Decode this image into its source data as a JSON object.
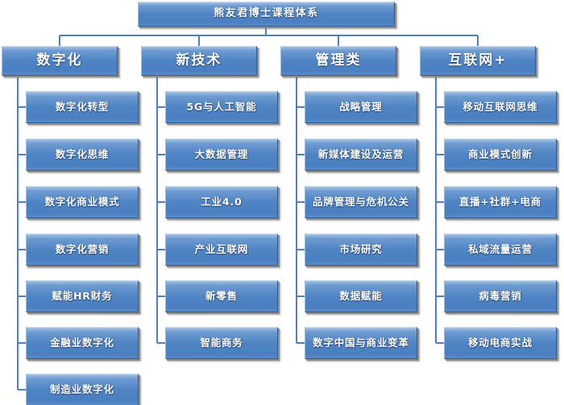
{
  "diagram": {
    "type": "organizational-tree",
    "title": "熊友君博士课程体系",
    "colors": {
      "node_fill_top": "#a7c3e2",
      "node_fill_mid": "#4f84c4",
      "node_fill_bottom": "#4a7fc1",
      "node_text": "#ffffff",
      "connector": "#4f7fbf",
      "shadow": "#8c8c8c",
      "background": "#ffffff"
    },
    "root": {
      "label": "熊友君博士课程体系"
    },
    "branches": [
      {
        "id": "digitalization",
        "label": "数字化",
        "children": [
          {
            "label": "数字化转型"
          },
          {
            "label": "数字化思维"
          },
          {
            "label": "数字化商业模式"
          },
          {
            "label": "数字化营销"
          },
          {
            "label": "赋能HR财务"
          },
          {
            "label": "金融业数字化"
          },
          {
            "label": "制造业数字化"
          }
        ]
      },
      {
        "id": "new-technology",
        "label": "新技术",
        "children": [
          {
            "label": "5G与人工智能"
          },
          {
            "label": "大数据管理"
          },
          {
            "label": "工业4.0"
          },
          {
            "label": "产业互联网"
          },
          {
            "label": "新零售"
          },
          {
            "label": "智能商务"
          }
        ]
      },
      {
        "id": "management",
        "label": "管理类",
        "children": [
          {
            "label": "战略管理"
          },
          {
            "label": "新媒体建设及运营"
          },
          {
            "label": "品牌管理与危机公关"
          },
          {
            "label": "市场研究"
          },
          {
            "label": "数据赋能"
          },
          {
            "label": "数字中国与商业变革"
          }
        ]
      },
      {
        "id": "internet-plus",
        "label": "互联网+",
        "children": [
          {
            "label": "移动互联网思维"
          },
          {
            "label": "商业模式创新"
          },
          {
            "label": "直播+社群+电商"
          },
          {
            "label": "私域流量运营"
          },
          {
            "label": "病毒营销"
          },
          {
            "label": "移动电商实战"
          }
        ]
      }
    ]
  }
}
